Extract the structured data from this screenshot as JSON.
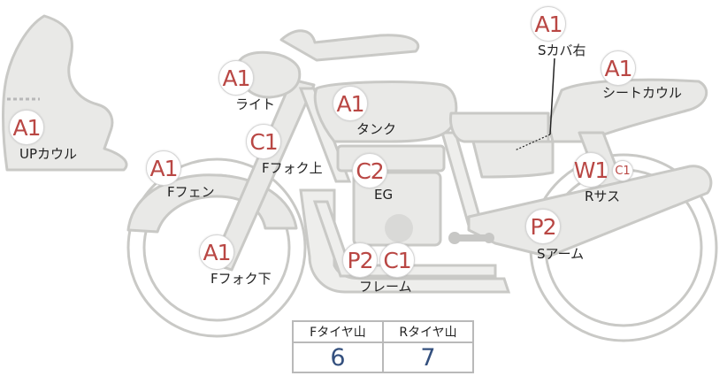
{
  "parts": {
    "up_cowl": {
      "grade": "A1",
      "label": "UPカウル"
    },
    "light": {
      "grade": "A1",
      "label": "ライト"
    },
    "tank": {
      "grade": "A1",
      "label": "タンク"
    },
    "s_cover_r": {
      "grade": "A1",
      "label": "Sカバ右"
    },
    "seat_cowl": {
      "grade": "A1",
      "label": "シートカウル"
    },
    "f_fork_top": {
      "grade": "C1",
      "label": "Fフォク上"
    },
    "f_fender": {
      "grade": "A1",
      "label": "Fフェン"
    },
    "engine": {
      "grade": "C2",
      "label": "EG"
    },
    "r_sus": {
      "grade": "W1",
      "grade2": "C1",
      "label": "Rサス"
    },
    "s_arm": {
      "grade": "P2",
      "label": "Sアーム"
    },
    "f_fork_bottom": {
      "grade": "A1",
      "label": "Fフォク下"
    },
    "frame": {
      "grade": "P2",
      "grade2": "C1",
      "label": "フレーム"
    }
  },
  "tread": {
    "headers": [
      "Fタイヤ山",
      "Rタイヤ山"
    ],
    "values": [
      "6",
      "7"
    ]
  },
  "colors": {
    "grade_text": "#b94744",
    "tread_value": "#34507e",
    "part_fill": "#e9e9e7"
  }
}
